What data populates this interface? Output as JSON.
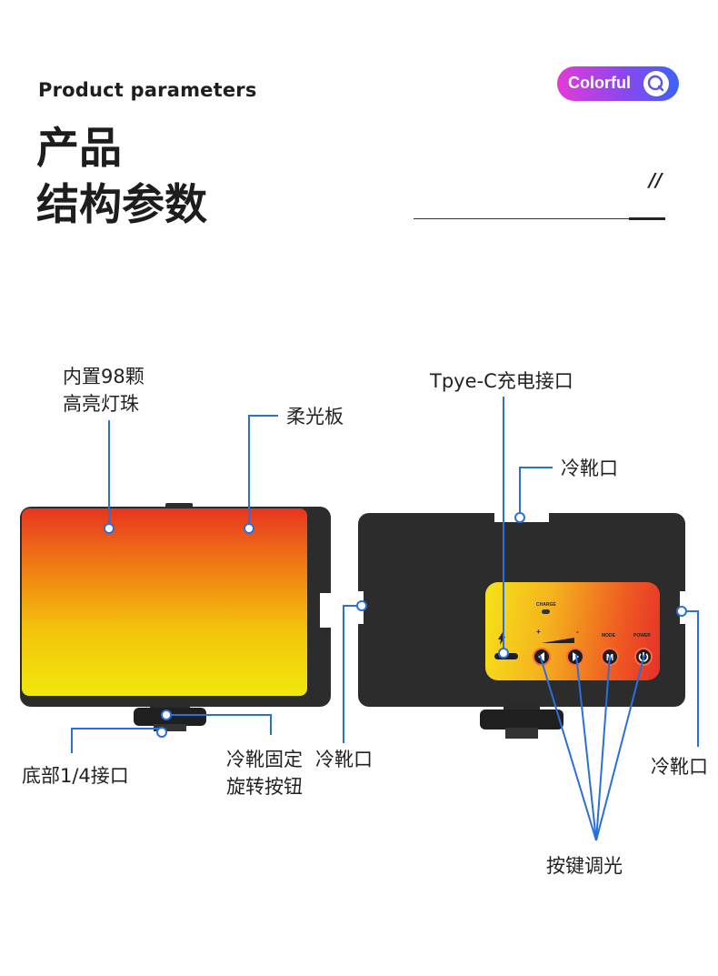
{
  "header": {
    "subtitle": "Product parameters",
    "title_line1": "产品",
    "title_line2": "结构参数",
    "badge_text": "Colorful",
    "decor_slashes": "//"
  },
  "front_labels": {
    "beads_line1": "内置98颗",
    "beads_line2": "高亮灯珠",
    "diffuser": "柔光板",
    "bottom_port": "底部1/4接口",
    "knob_line1": "冷靴固定",
    "knob_line2": "旋转按钮",
    "left_cold_shoe": "冷靴口"
  },
  "back_labels": {
    "typec": "Tpye-C充电接口",
    "top_cold_shoe": "冷靴口",
    "right_cold_shoe": "冷靴口",
    "buttons": "按键调光"
  },
  "panel_text": {
    "charge": "CHARGE",
    "plus": "+",
    "minus": "-",
    "mode": "MODE",
    "power": "POWER"
  },
  "colors": {
    "accent_line": "#2a6fdb",
    "badge_start": "#e23bd6",
    "badge_end": "#3d63f5",
    "device_body": "#2c2c2c"
  }
}
